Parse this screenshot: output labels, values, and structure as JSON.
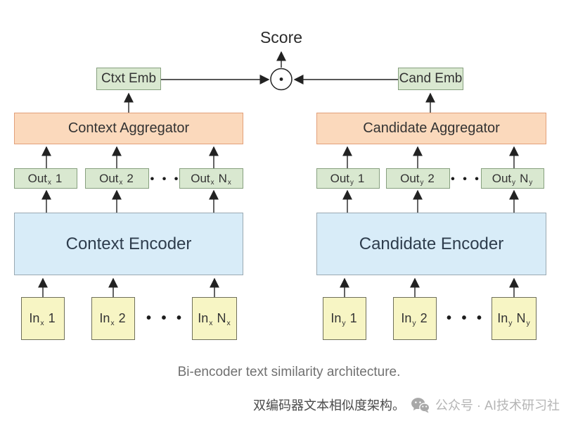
{
  "colors": {
    "green-fill": "#d9e8d0",
    "green-border": "#87a07f",
    "orange-fill": "#fbd9bc",
    "orange-border": "#e2a07a",
    "blue-fill": "#d8ecf8",
    "blue-border": "#9aa9b2",
    "yellow-fill": "#f7f5c4",
    "yellow-border": "#70705a",
    "line": "#222222"
  },
  "diagram": {
    "score_label": "Score",
    "dots": "• • •",
    "left": {
      "emb": "Ctxt Emb",
      "aggregator": "Context Aggregator",
      "encoder": "Context Encoder",
      "out": [
        {
          "base": "Out",
          "sub": "x",
          "idx": "1",
          "idx_sub": ""
        },
        {
          "base": "Out",
          "sub": "x",
          "idx": "2",
          "idx_sub": ""
        },
        {
          "base": "Out",
          "sub": "x",
          "idx": "N",
          "idx_sub": "x"
        }
      ],
      "in": [
        {
          "base": "In",
          "sub": "x",
          "idx": "1",
          "idx_sub": ""
        },
        {
          "base": "In",
          "sub": "x",
          "idx": "2",
          "idx_sub": ""
        },
        {
          "base": "In",
          "sub": "x",
          "idx": "N",
          "idx_sub": "x"
        }
      ]
    },
    "right": {
      "emb": "Cand Emb",
      "aggregator": "Candidate Aggregator",
      "encoder": "Candidate Encoder",
      "out": [
        {
          "base": "Out",
          "sub": "y",
          "idx": "1",
          "idx_sub": ""
        },
        {
          "base": "Out",
          "sub": "y",
          "idx": "2",
          "idx_sub": ""
        },
        {
          "base": "Out",
          "sub": "y",
          "idx": "N",
          "idx_sub": "y"
        }
      ],
      "in": [
        {
          "base": "In",
          "sub": "y",
          "idx": "1",
          "idx_sub": ""
        },
        {
          "base": "In",
          "sub": "y",
          "idx": "2",
          "idx_sub": ""
        },
        {
          "base": "In",
          "sub": "y",
          "idx": "N",
          "idx_sub": "y"
        }
      ]
    }
  },
  "caption_en": "Bi-encoder text similarity architecture.",
  "footer": {
    "caption_zh": "双编码器文本相似度架构。",
    "account": "公众号 · AI技术研习社"
  }
}
